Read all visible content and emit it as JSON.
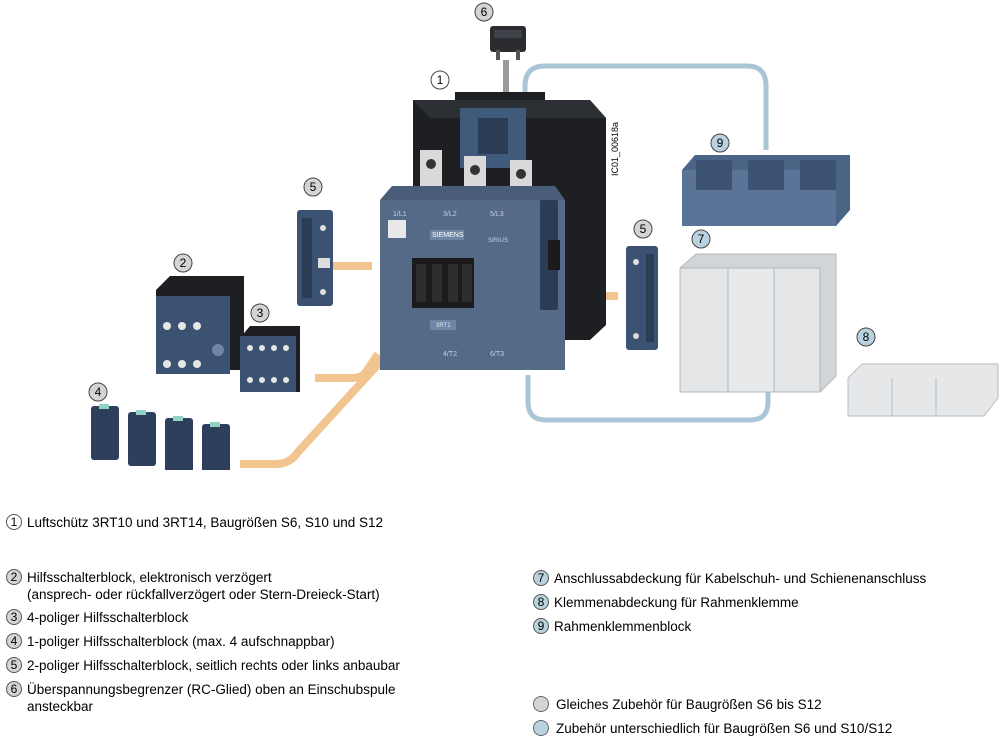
{
  "figure": {
    "image_code": "IC01_00618a",
    "callouts": [
      {
        "num": "1",
        "kind": "plain"
      },
      {
        "num": "2",
        "kind": "grey"
      },
      {
        "num": "3",
        "kind": "grey"
      },
      {
        "num": "4",
        "kind": "grey"
      },
      {
        "num": "5",
        "kind": "grey"
      },
      {
        "num": "5",
        "kind": "grey"
      },
      {
        "num": "6",
        "kind": "grey"
      },
      {
        "num": "7",
        "kind": "blue"
      },
      {
        "num": "8",
        "kind": "blue"
      },
      {
        "num": "9",
        "kind": "blue"
      }
    ],
    "device_labels": {
      "brand": "SIEMENS",
      "sirius": "SIRIUS",
      "terminal_top_1": "1/L1",
      "terminal_top_2": "3/L2",
      "terminal_top_3": "5/L3",
      "model": "3RT1",
      "terminal_bottom_2": "4/T2",
      "terminal_bottom_3": "6/T3"
    }
  },
  "legend_left": [
    {
      "num": "1",
      "kind": "plain",
      "lines": [
        "Luftschütz 3RT10 und 3RT14, Baugrößen S6, S10 und S12"
      ]
    },
    {
      "num": "2",
      "kind": "grey",
      "lines": [
        "Hilfsschalterblock, elektronisch verzögert",
        "(ansprech- oder rückfallverzögert oder Stern-Dreieck-Start)"
      ]
    },
    {
      "num": "3",
      "kind": "grey",
      "lines": [
        "4-poliger Hilfsschalterblock"
      ]
    },
    {
      "num": "4",
      "kind": "grey",
      "lines": [
        "1-poliger Hilfsschalterblock (max. 4 aufschnappbar)"
      ]
    },
    {
      "num": "5",
      "kind": "grey",
      "lines": [
        "2-poliger Hilfsschalterblock, seitlich rechts oder links anbaubar"
      ]
    },
    {
      "num": "6",
      "kind": "grey",
      "lines": [
        "Überspannungsbegrenzer (RC-Glied) oben an Einschubspule",
        "ansteckbar"
      ]
    }
  ],
  "legend_right": [
    {
      "num": "7",
      "kind": "blue",
      "lines": [
        "Anschlussabdeckung für Kabelschuh- und Schienenanschluss"
      ]
    },
    {
      "num": "8",
      "kind": "blue",
      "lines": [
        "Klemmenabdeckung für Rahmenklemme"
      ]
    },
    {
      "num": "9",
      "kind": "blue",
      "lines": [
        "Rahmenklemmenblock"
      ]
    }
  ],
  "key": [
    {
      "kind": "grey",
      "color": "#d4d4d4",
      "text": "Gleiches Zubehör für Baugrößen S6 bis S12"
    },
    {
      "kind": "blue",
      "color": "#b8d3df",
      "text": "Zubehör unterschiedlich für Baugrößen S6 und S10/S12"
    }
  ]
}
